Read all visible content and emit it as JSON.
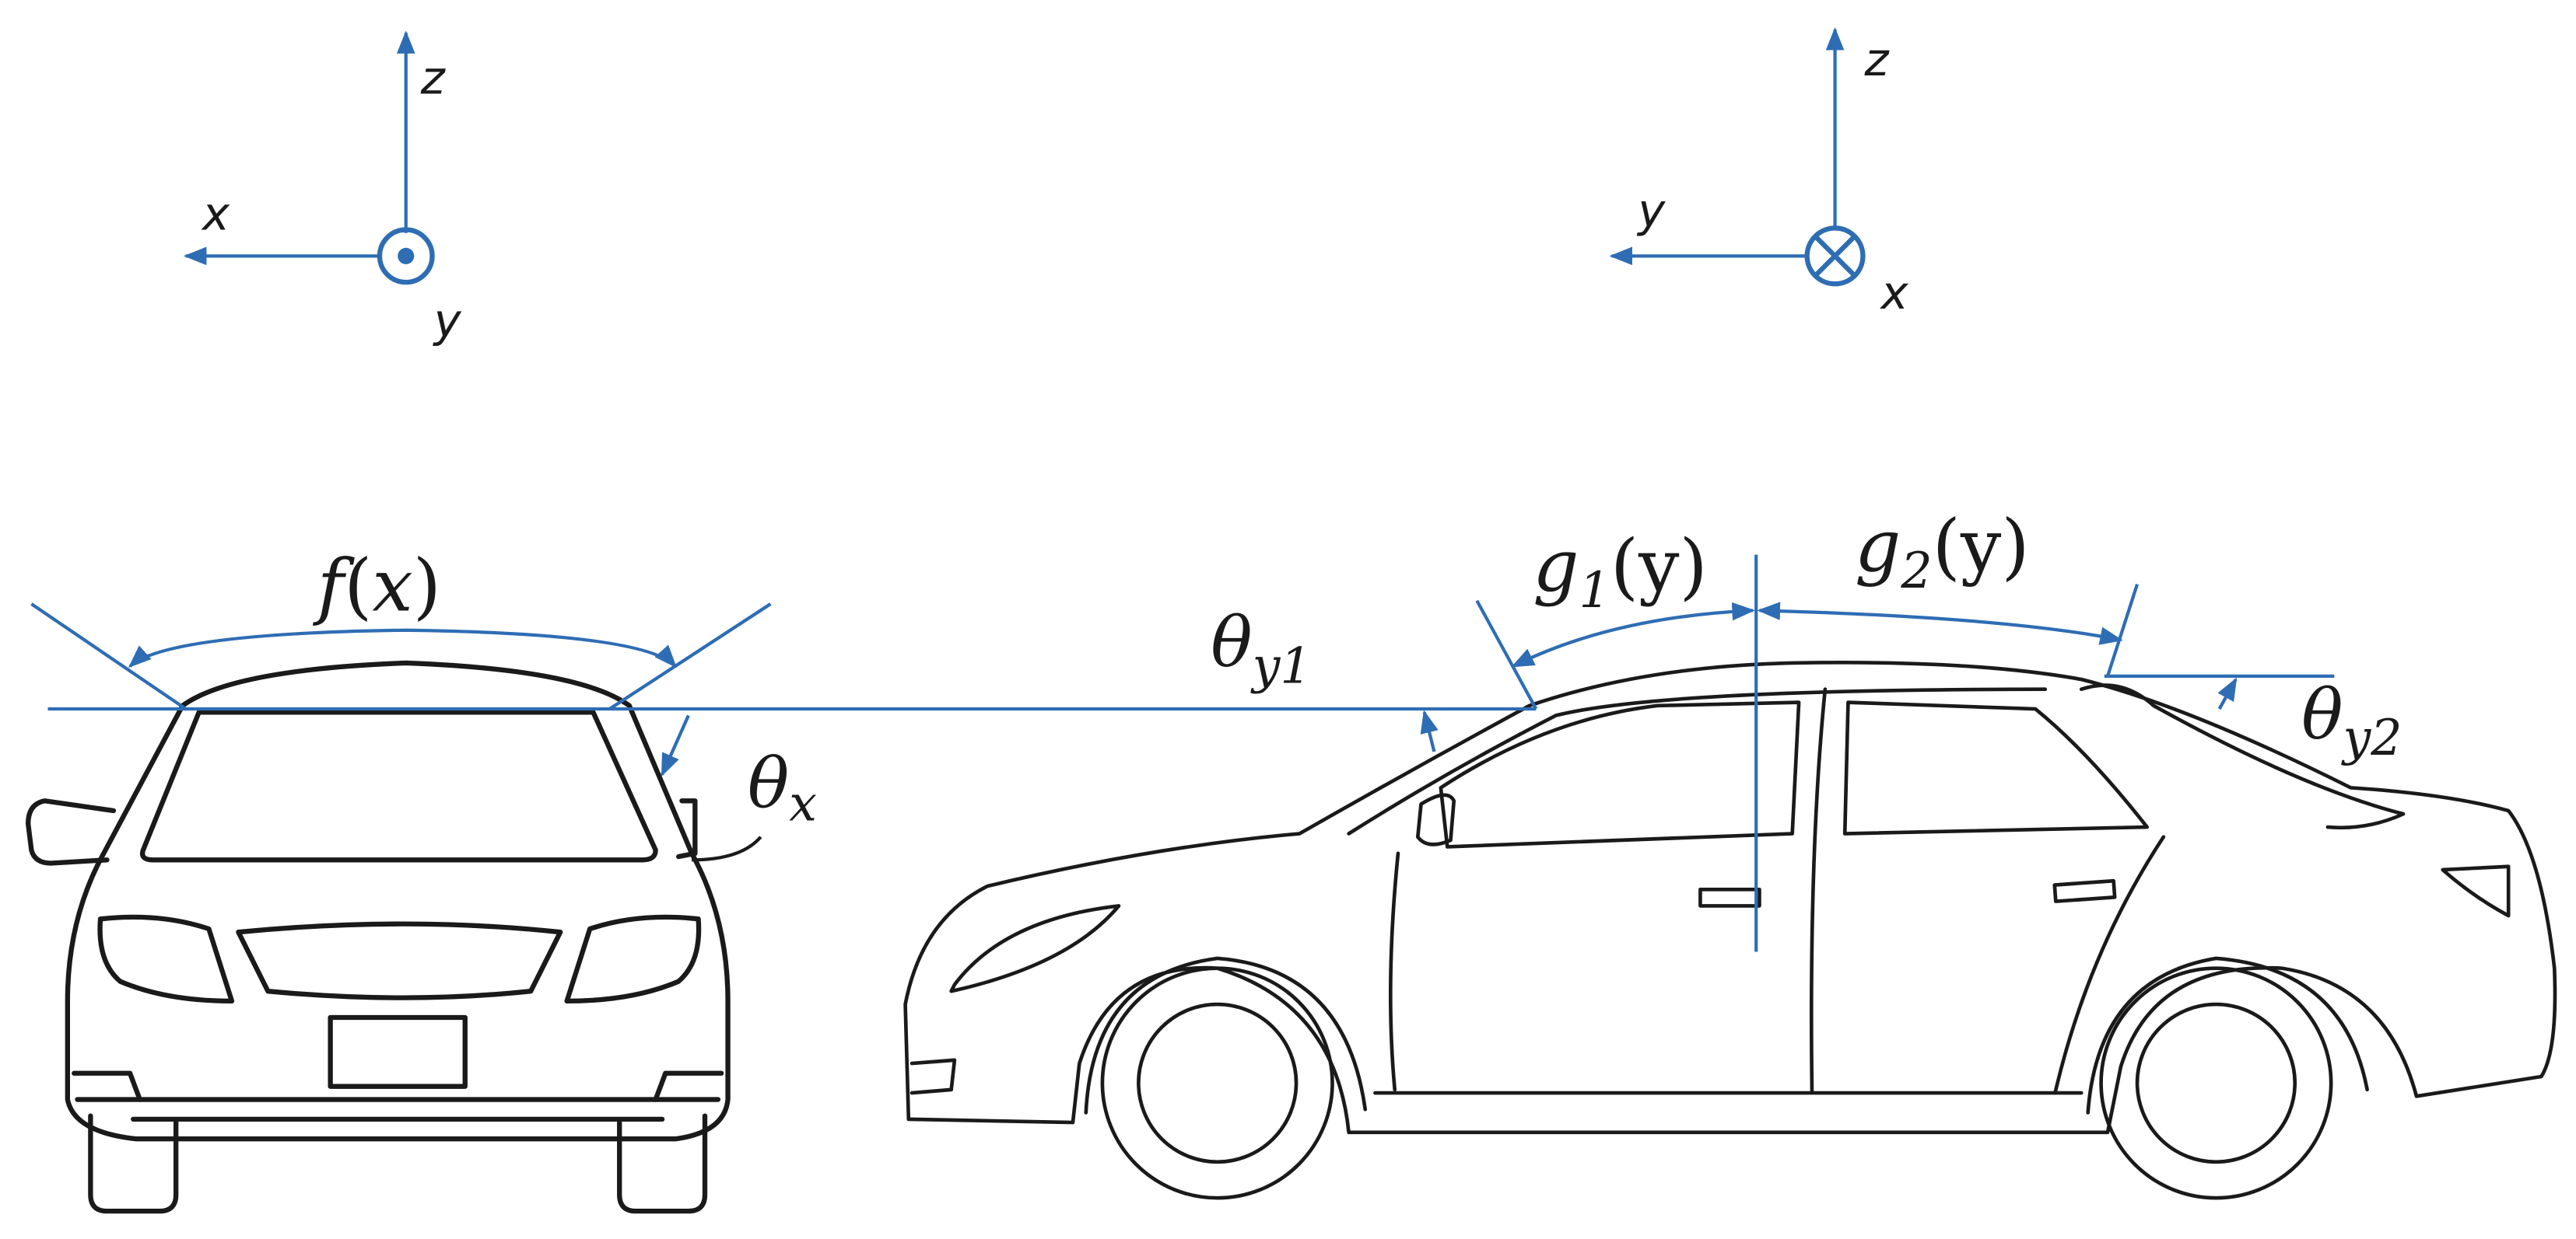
{
  "axes_front": {
    "z": "z",
    "x": "x",
    "y": "y",
    "out_symbol": "dot-out-of-page"
  },
  "axes_side": {
    "z": "z",
    "y": "y",
    "x": "x",
    "in_symbol": "cross-into-page"
  },
  "labels": {
    "f": "f",
    "f_open": "(",
    "f_var": "x",
    "f_close": ")",
    "theta": "θ",
    "theta_x_sub": "x",
    "theta_y1_sub": "y1",
    "theta_y2_sub": "y2",
    "g1_base": "g",
    "g1_sub": "1",
    "g1_arg": "(y)",
    "g2_base": "g",
    "g2_sub": "2",
    "g2_arg": "(y)"
  },
  "colors": {
    "annotation": "#2e6db4",
    "outline": "#1a1a1a"
  }
}
